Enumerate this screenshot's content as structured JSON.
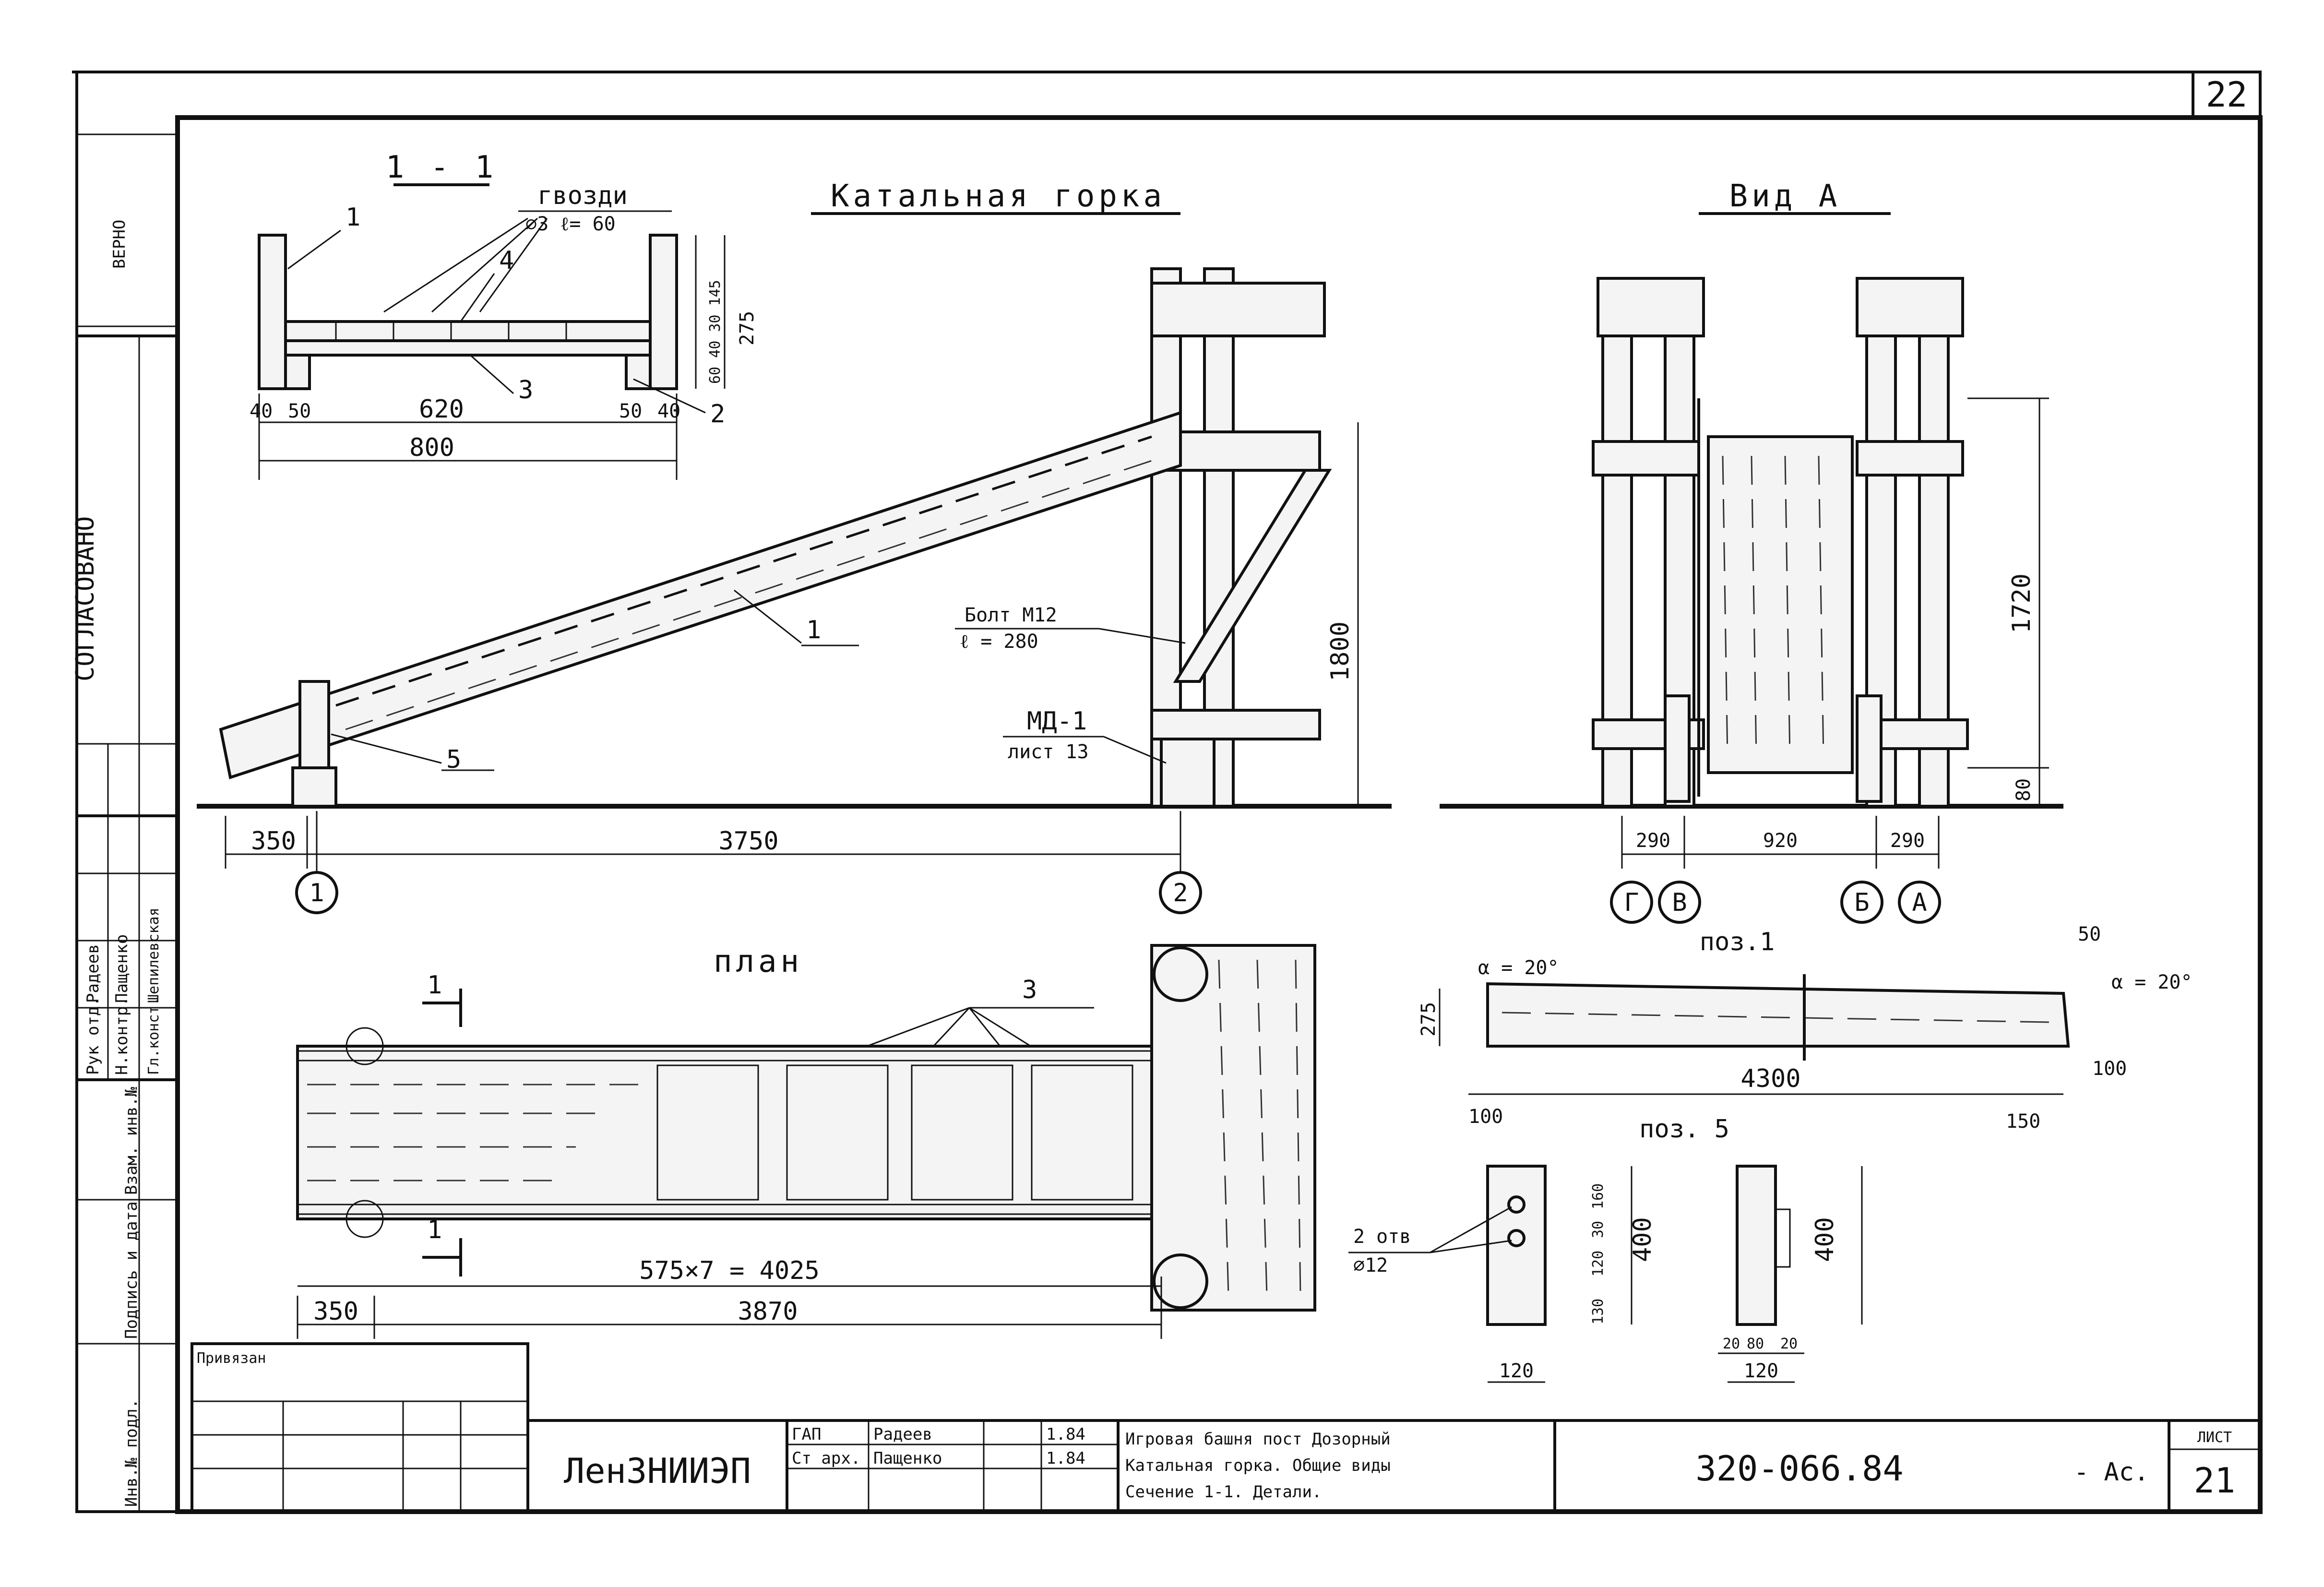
{
  "page_number": "22",
  "sheet_number": "21",
  "sheet_label": "ЛИСТ",
  "designation": "320-066.84",
  "stage": "- Ас.",
  "organization": "ЛенЗНИИЭП",
  "privyazan_label": "Привязан",
  "project_title": {
    "line1": "Игровая башня пост Дозорный",
    "line2": "Катальная горка. Общие виды",
    "line3": "Сечение 1-1. Детали."
  },
  "signatures": [
    {
      "role": "ГАП",
      "name": "Радеев",
      "date": "1.84"
    },
    {
      "role": "Ст арх.",
      "name": "Пащенко",
      "date": "1.84"
    }
  ],
  "left_stamp": {
    "agreed": "СОГЛАСОВАНО",
    "rows": [
      {
        "role": "Рук отд.",
        "name": "Радеев"
      },
      {
        "role": "Н.контр.",
        "name": "Пащенко"
      },
      {
        "role": "Гл.конст.",
        "name": "Шепилевская"
      }
    ],
    "columns": [
      "Инв.№ подл.",
      "Подпись и дата",
      "Взам. инв.№"
    ],
    "verified": "ВЕРНО"
  },
  "views": {
    "main": {
      "title": "Катальная горка",
      "labels": {
        "part1": "1",
        "part5": "5",
        "bolt": "Болт М12",
        "bolt_length": "ℓ = 280",
        "md": "МД-1",
        "md_sheet": "лист 13"
      },
      "dims": {
        "left": "350",
        "span": "3750",
        "height": "1800"
      },
      "axes": [
        "1",
        "2"
      ]
    },
    "section": {
      "title": "1 - 1",
      "nails": "гвозди",
      "nails_spec": "⌀3 ℓ= 60",
      "labels": {
        "p1": "1",
        "p2": "2",
        "p3": "3",
        "p4": "4"
      },
      "dims": {
        "d40a": "40",
        "d50a": "50",
        "width_inner": "620",
        "d50b": "50",
        "d40b": "40",
        "total": "800",
        "h_total": "275",
        "h_stack": "60 40 30 145"
      }
    },
    "view_a": {
      "title": "Вид А",
      "dims": {
        "height": "1720",
        "base": "80",
        "left": "290",
        "middle": "920",
        "right": "290"
      },
      "axes": [
        "Г",
        "В",
        "Б",
        "А"
      ]
    },
    "plan": {
      "title": "план",
      "label3": "3",
      "section_mark": "1",
      "dims": {
        "spacing": "575×7 = 4025",
        "left": "350",
        "total": "3870"
      }
    },
    "pos1": {
      "title": "поз.1",
      "alpha_left": "α = 20°",
      "alpha_right": "α = 20°",
      "dims": {
        "height": "275",
        "length": "4300",
        "left": "100",
        "right": "150",
        "top": "50",
        "end": "100"
      }
    },
    "pos5": {
      "title": "поз. 5",
      "holes": "2 отв",
      "holes_dia": "⌀12",
      "dims": {
        "height": "400",
        "seg1": "130",
        "seg2": "120",
        "seg3": "30",
        "seg4": "160",
        "width": "120",
        "height2": "400",
        "w_left": "20",
        "w_mid": "80",
        "w_right": "20",
        "w_total": "120"
      }
    }
  }
}
